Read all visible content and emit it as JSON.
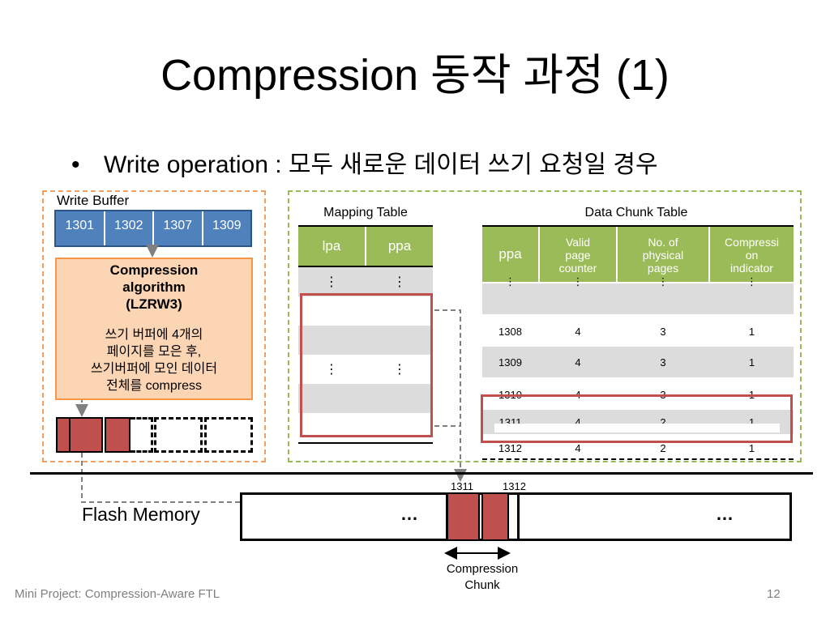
{
  "title": "Compression 동작 과정 (1)",
  "bullet": {
    "dot": "•",
    "text": "Write operation : 모두 새로운 데이터 쓰기 요청일 경우"
  },
  "write_buffer": {
    "label": "Write Buffer",
    "pages": [
      "1301",
      "1302",
      "1307",
      "1309"
    ]
  },
  "compression_box": {
    "line1": "Compression",
    "line2": "algorithm",
    "line3": "(LZRW3)",
    "desc1": "쓰기 버퍼에 4개의",
    "desc2": "페이지를 모은 후,",
    "desc3": "쓰기버퍼에 모인 데이터",
    "desc4": "전체를 compress"
  },
  "mapping_table": {
    "title": "Mapping Table",
    "headers": [
      "lpa",
      "ppa"
    ],
    "ellipsis": "⋮"
  },
  "data_chunk_table": {
    "title": "Data Chunk Table",
    "headers": [
      "ppa",
      "Valid page counter",
      "No. of physical pages",
      "Compression indicator"
    ],
    "header_lines": {
      "h2": [
        "Valid",
        "page",
        "counter"
      ],
      "h3": [
        "No. of",
        "physical",
        "pages"
      ],
      "h4": [
        "Compressi",
        "on",
        "indicator"
      ]
    },
    "ellipsis": "⋮",
    "rows": [
      [
        "1308",
        "4",
        "3",
        "1"
      ],
      [
        "1309",
        "4",
        "3",
        "1"
      ],
      [
        "1310",
        "4",
        "3",
        "1"
      ],
      [
        "1311",
        "4",
        "2",
        "1"
      ],
      [
        "1312",
        "4",
        "2",
        "1"
      ]
    ]
  },
  "flash": {
    "label": "Flash Memory",
    "addr1": "1311",
    "addr2": "1312",
    "dots_left": "…",
    "dots_right": "…",
    "chunk_label_1": "Compression",
    "chunk_label_2": "Chunk"
  },
  "colors": {
    "buffer_blue": "#4f81bd",
    "compress_fill": "#fcd5b5",
    "compress_border": "#f79646",
    "table_green": "#9bbb59",
    "page_red": "#c0504d",
    "highlight_red": "#c0504d"
  },
  "footer": {
    "left": "Mini Project: Compression-Aware FTL",
    "page": "12"
  }
}
